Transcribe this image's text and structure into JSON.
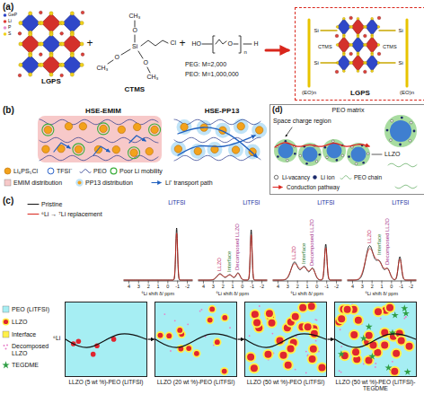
{
  "diagram": {
    "nodes": [
      {
        "text": [
          "LGPS"
        ]
      },
      {
        "text": [
          "HSE-EMIM"
        ]
      },
      {
        "text": [
          "HSE-PP13"
        ]
      },
      {
        "text": [
          "PEO matrix"
        ]
      },
      {
        "text": [
          "LLZO (5 wt %)-PEO (LiTFSI)"
        ]
      },
      {
        "text": [
          "LLZO (20 wt %)-PEO (LiTFSI)"
        ]
      },
      {
        "text": [
          "LLZO (50 wt %)-PEO (LiTFSI)"
        ]
      },
      {
        "text": [
          "LLZO (50 wt %)-PEO (LiTFSI)-TEGDME"
        ]
      }
    ],
    "edges": [
      {
        "from": 4,
        "to": 5,
        "arrow": "to"
      },
      {
        "from": 5,
        "to": 6,
        "arrow": "to"
      },
      {
        "from": 6,
        "to": 7,
        "arrow": "to"
      }
    ],
    "labels": [
      "(a)",
      "GeP",
      "Li",
      "P",
      "S",
      "LGPS",
      "+",
      "CH₃",
      "O",
      "Si",
      "O",
      "CH₃",
      "O",
      "CH₃",
      "Cl",
      "CTMS",
      "+",
      "HO",
      "O",
      "n",
      "H",
      "PEG: M=2,000",
      "PEO: M=1,000,000",
      "Si",
      "Si",
      "Si",
      "Si",
      "CTMS",
      "CTMS",
      "(EO)n",
      "(EO)n",
      "(b)",
      "(d)",
      "Space charge region",
      "LLZO",
      "(c)",
      "LiTFSI",
      "4",
      "3",
      "2",
      "1",
      "0",
      "-1",
      "-2",
      "⁶Li shift δ/ ppm",
      "LiTFSI",
      "LLZO",
      "Interface",
      "Decomposed LLZO",
      "4",
      "3",
      "2",
      "1",
      "0",
      "-1",
      "-2",
      "⁶Li shift δ/ ppm",
      "LiTFSI",
      "LLZO",
      "Interface",
      "Decomposed LLZO",
      "4",
      "3",
      "2",
      "1",
      "0",
      "-1",
      "-2",
      "⁶Li shift δ/ ppm",
      "LiTFSI",
      "LLZO",
      "Interface",
      "Decomposed LLZO",
      "4",
      "3",
      "2",
      "1",
      "0",
      "-1",
      "-2",
      "⁶Li shift δ/ ppm",
      "⁶Li"
    ],
    "legend": [
      {
        "text": "Li₆PS₅Cl",
        "color": "#f3a21c"
      },
      {
        "text": "TFSI⁻"
      },
      {
        "text": "PEO"
      },
      {
        "text": "Poor Li mobility"
      },
      {
        "text": "EMIM distribution",
        "color": "#f7c9c9"
      },
      {
        "text": "PP13 distribution"
      },
      {
        "text": "Li⁺ transport path"
      },
      {
        "text": "Pristine"
      },
      {
        "text": "⁶Li → ⁷Li replacement"
      },
      {
        "text": "PEO (LiTFSI)",
        "color": "#a6eef3"
      },
      {
        "text": "LLZO"
      },
      {
        "text": "Interface",
        "color": "#fff04a"
      },
      {
        "text": "Decomposed LLZO"
      },
      {
        "text": "TEGDME"
      },
      {
        "text": "Li-vacancy"
      },
      {
        "text": "Li ion"
      },
      {
        "text": "PEO chain"
      },
      {
        "text": "Conduction pathway"
      }
    ]
  }
}
